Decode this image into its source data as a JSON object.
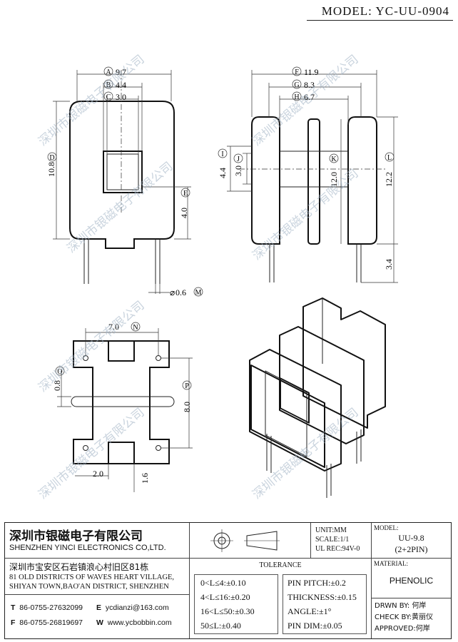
{
  "header": {
    "model": "MODEL: YC-UU-0904"
  },
  "watermark": "深圳市银磁电子有限公司",
  "dims": {
    "A": "9.7",
    "B": "4.4",
    "C": "3.0",
    "D": "10.8",
    "E": "4.0",
    "M": "0.6",
    "F": "11.9",
    "G": "8.3",
    "H": "6.7",
    "I": "4.4",
    "J": "3.0",
    "K": "12.0",
    "L": "12.2",
    "pin_len": "3.4",
    "N": "7.0",
    "O": "0.8",
    "P": "8.0",
    "two": "2.0",
    "onesix": "1.6",
    "labels": {
      "A": "A",
      "B": "B",
      "C": "C",
      "D": "D",
      "E": "E",
      "F": "F",
      "G": "G",
      "H": "H",
      "I": "I",
      "J": "J",
      "K": "K",
      "L": "L",
      "M": "M",
      "N": "N",
      "O": "O",
      "P": "P"
    },
    "phi": "⌀"
  },
  "titleblock": {
    "company_cn": "深圳市银磁电子有限公司",
    "company_en": "SHENZHEN YINCI ELECTRONICS CO,LTD.",
    "address_cn": "深圳市宝安区石岩镇浪心村旧区81栋",
    "address_en1": "81 OLD DISTRICTS OF WAVES HEART VILLAGE,",
    "address_en2": "SHIYAN TOWN,BAO'AN DISTRICT, SHENZHEN",
    "t_label": "T",
    "t_val": "86-0755-27632099",
    "e_label": "E",
    "e_val": "ycdianzi@163.com",
    "f_label": "F",
    "f_val": "86-0755-26819697",
    "w_label": "W",
    "w_val": "www.ycbobbin.com",
    "unit": "UNIT:MM",
    "scale": "SCALE:1/1",
    "ul": "UL REC:94V-0",
    "model_label": "MODEL:",
    "model_val1": "UU-9.8",
    "model_val2": "(2+2PIN)",
    "material_label": "MATERIAL:",
    "material_val": "PHENOLIC",
    "tol_title": "TOLERANCE",
    "tol": [
      "0<L≤4:±0.10",
      "4<L≤16:±0.20",
      "16<L≤50:±0.30",
      "50≤L:±0.40"
    ],
    "tol2": [
      "PIN PITCH:±0.2",
      "THICKNESS:±0.15",
      "ANGLE:±1°",
      "PIN DIM:±0.05"
    ],
    "drawn": "DRWN BY: 何岸",
    "check": "CHECK BY:黄丽仪",
    "approved": "APPROVED:何岸"
  }
}
